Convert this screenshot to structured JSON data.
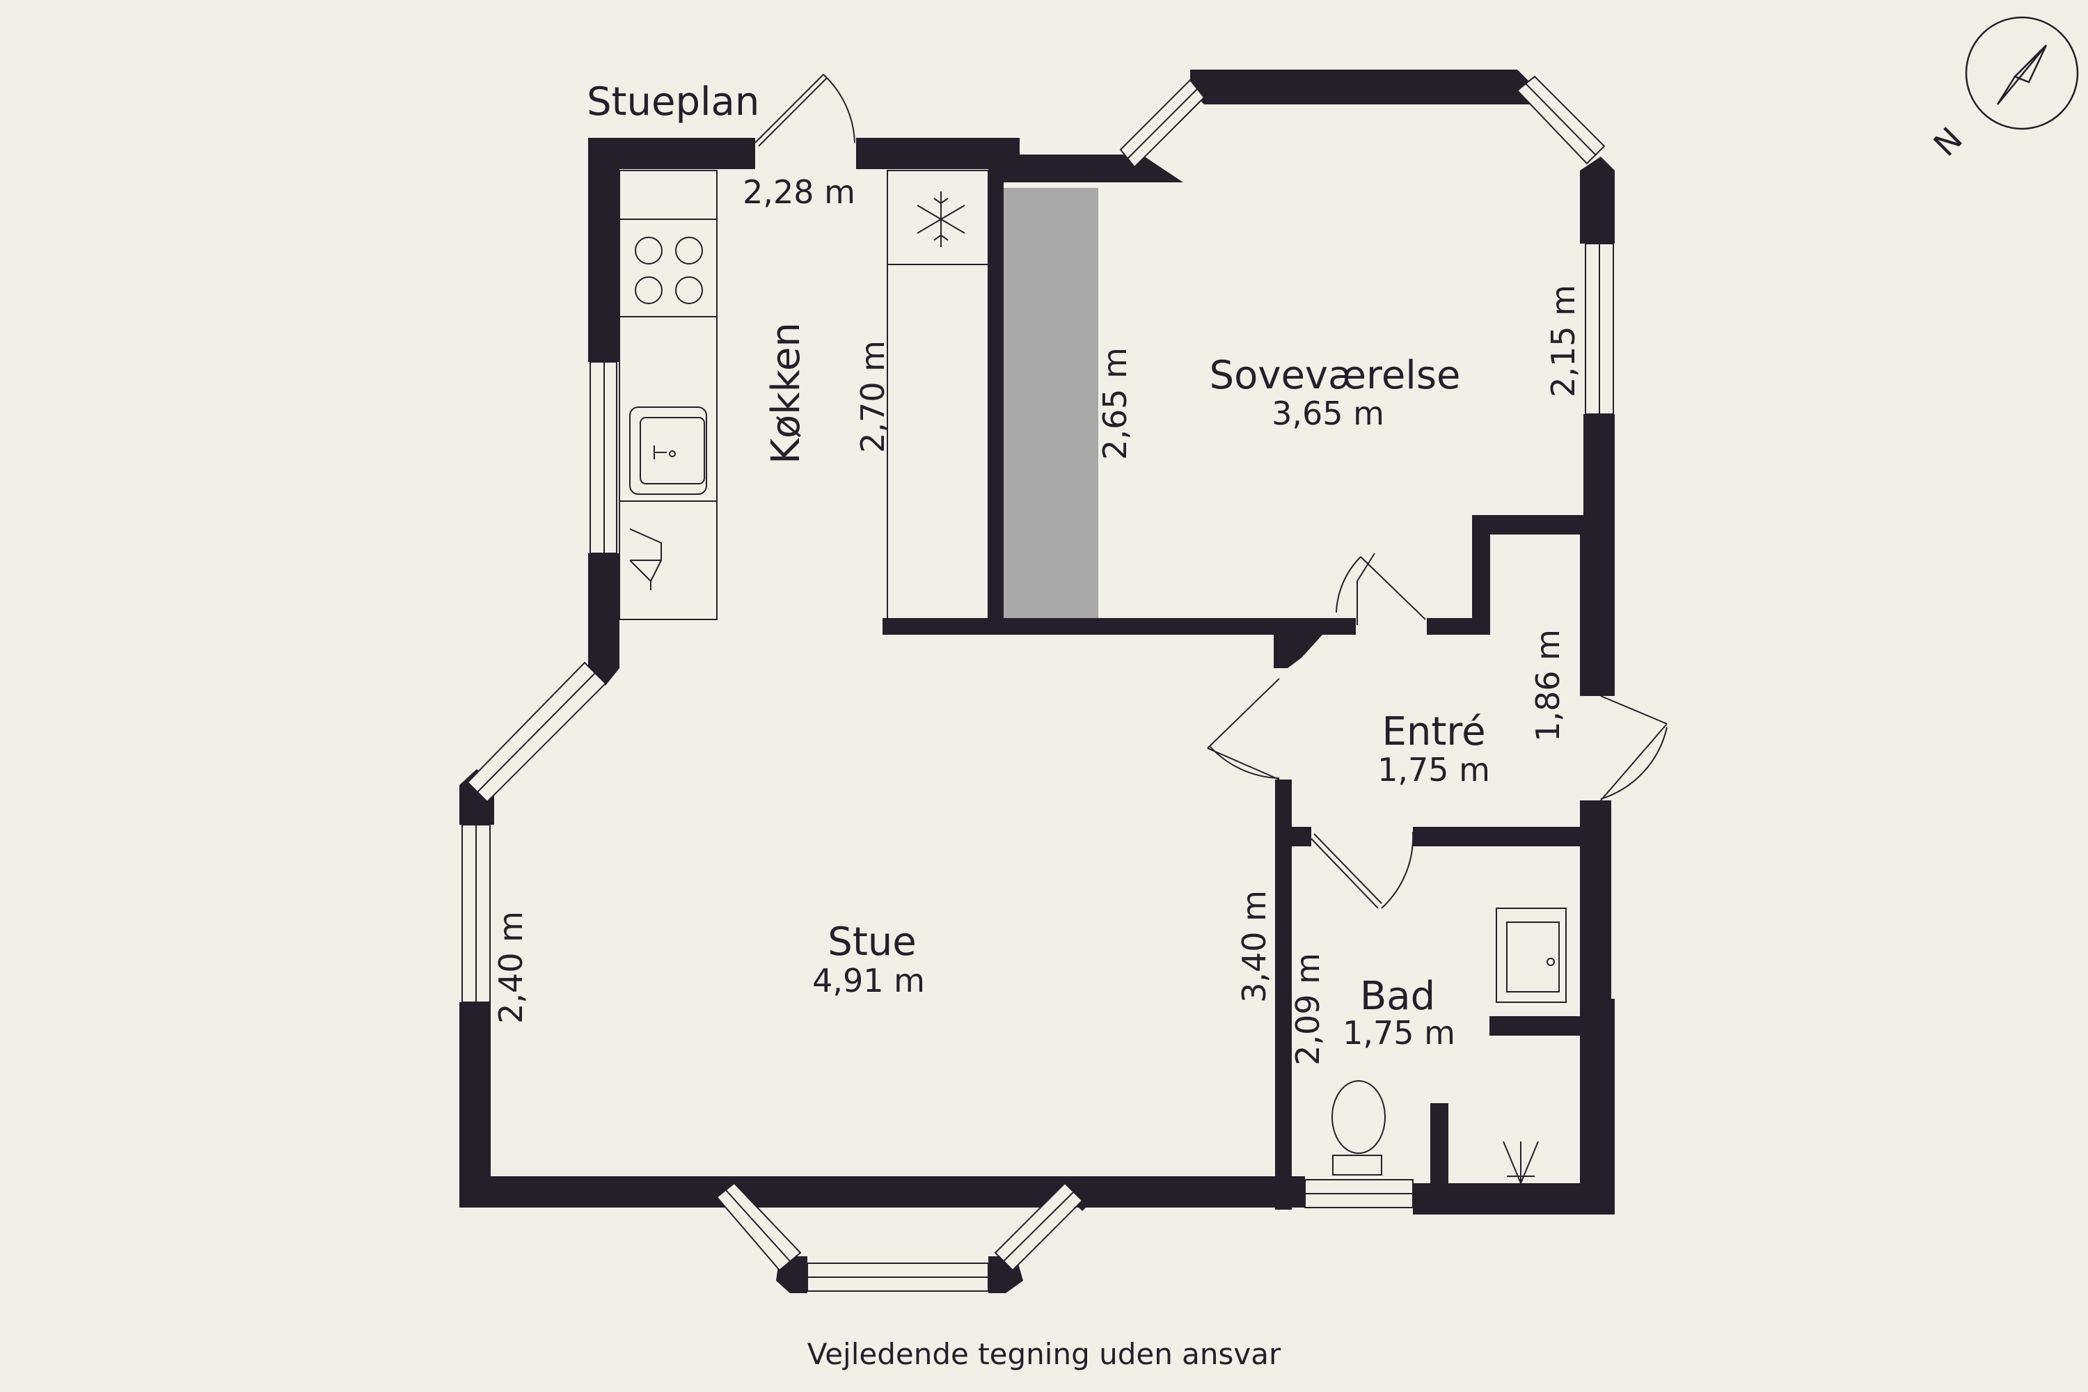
{
  "floor_label": "Stueplan",
  "disclaimer": "Vejledende tegning uden ansvar",
  "compass": {
    "north_label": "N",
    "icon": "compass-icon"
  },
  "rooms": {
    "kitchen": {
      "name": "Køkken"
    },
    "living": {
      "name": "Stue",
      "size": "4,91 m"
    },
    "bedroom": {
      "name": "Soveværelse",
      "size": "3,65 m"
    },
    "entrance": {
      "name": "Entré",
      "size": "1,75 m"
    },
    "bathroom": {
      "name": "Bad",
      "size": "1,75 m"
    }
  },
  "dimensions": {
    "kitchen_width": "2,28 m",
    "kitchen_length": "2,70 m",
    "closet_length": "2,65 m",
    "bedroom_side": "2,15 m",
    "entrance_side": "1,86 m",
    "living_side": "2,40 m",
    "living_right": "3,40 m",
    "bathroom_side": "2,09 m"
  },
  "colors": {
    "wall": "#24202a",
    "background": "#f1f0e8",
    "closet": "#a9a9a9"
  }
}
